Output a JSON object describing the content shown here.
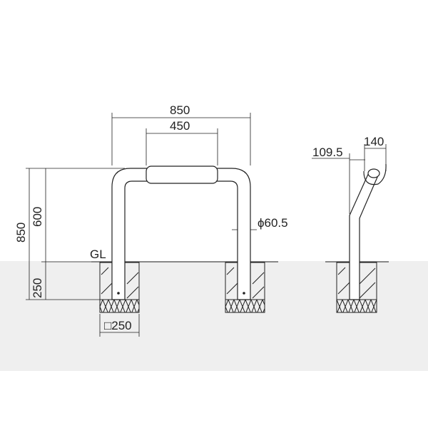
{
  "front_view": {
    "width_overall": "850",
    "pad_width": "450",
    "height_total": "850",
    "height_above_ground": "600",
    "embed_depth": "250",
    "ground_label": "GL",
    "pipe_diameter": "ϕ60.5",
    "foundation_size": "□250"
  },
  "side_view": {
    "offset": "109.5",
    "depth": "140"
  },
  "colors": {
    "ground": "#efefef",
    "line": "#222222"
  }
}
